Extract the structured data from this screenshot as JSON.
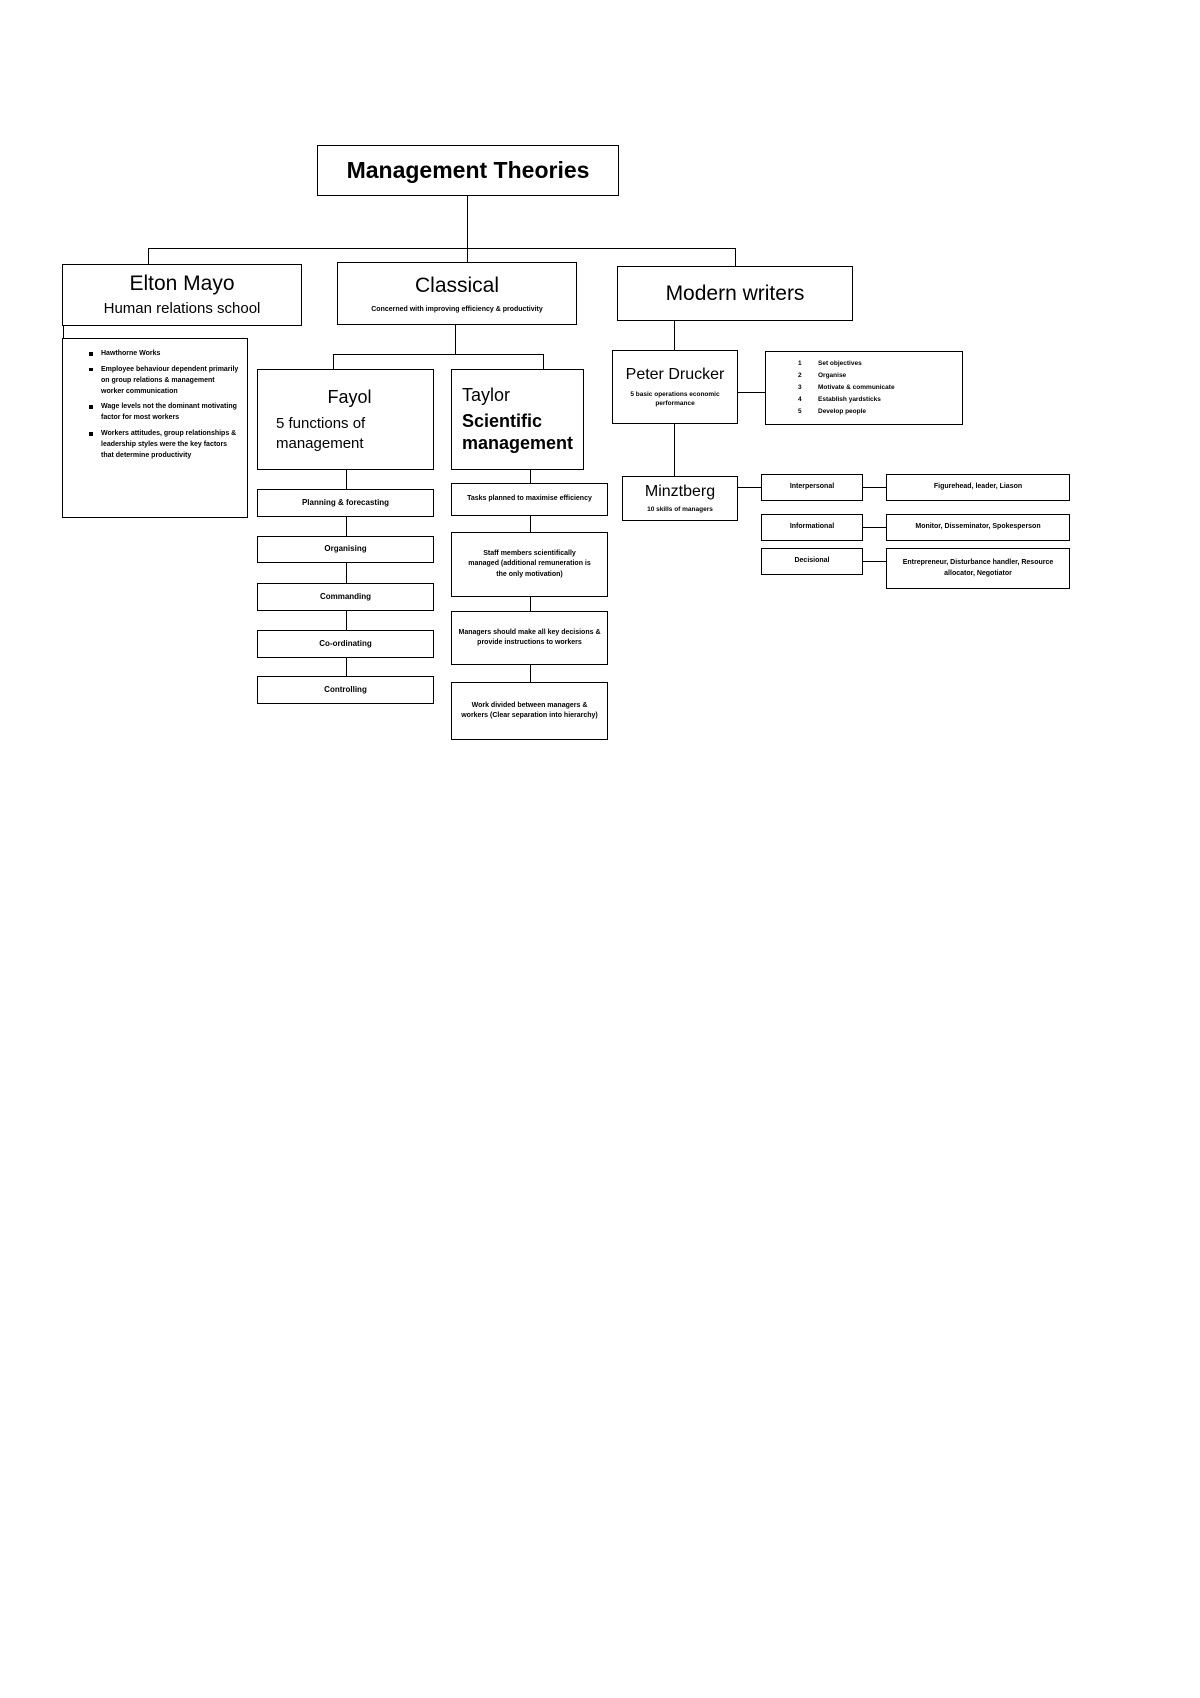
{
  "diagram": {
    "title": "Management Theories",
    "root": {
      "label": "Management Theories"
    },
    "branches": {
      "elton_mayo": {
        "label": "Elton Mayo",
        "subtitle": "Human relations school",
        "points": [
          "Hawthorne Works",
          "Employee behaviour dependent primarily on group relations & management worker communication",
          "Wage levels not the dominant motivating factor for most workers",
          "Workers attitudes, group relationships & leadership styles were the key factors that determine productivity"
        ]
      },
      "classical": {
        "label": "Classical",
        "subtitle": "Concerned with improving efficiency & productivity",
        "fayol": {
          "label": "Fayol",
          "subtitle": "5 functions of management",
          "functions": [
            "Planning & forecasting",
            "Organising",
            "Commanding",
            "Co-ordinating",
            "Controlling"
          ]
        },
        "taylor": {
          "label": "Taylor",
          "subtitle": "Scientific management",
          "principles": [
            "Tasks planned to maximise efficiency",
            "Staff members scientifically managed (additional remuneration is the only motivation)",
            "Managers should make all key decisions & provide instructions to workers",
            "Work divided between managers & workers (Clear separation into hierarchy)"
          ]
        }
      },
      "modern_writers": {
        "label": "Modern writers",
        "drucker": {
          "label": "Peter Drucker",
          "subtitle": "5 basic operations economic performance",
          "operations": [
            {
              "num": "1",
              "text": "Set objectives"
            },
            {
              "num": "2",
              "text": "Organise"
            },
            {
              "num": "3",
              "text": "Motivate & communicate"
            },
            {
              "num": "4",
              "text": "Establish yardsticks"
            },
            {
              "num": "5",
              "text": "Develop people"
            }
          ]
        },
        "mintzberg": {
          "label": "Minztberg",
          "subtitle": "10 skills of managers",
          "roles": [
            {
              "category": "Interpersonal",
              "detail": "Figurehead, leader, Liason"
            },
            {
              "category": "Informational",
              "detail": "Monitor, Disseminator, Spokesperson"
            },
            {
              "category": "Decisional",
              "detail": "Entrepreneur, Disturbance handler, Resource allocator, Negotiator"
            }
          ]
        }
      }
    }
  }
}
